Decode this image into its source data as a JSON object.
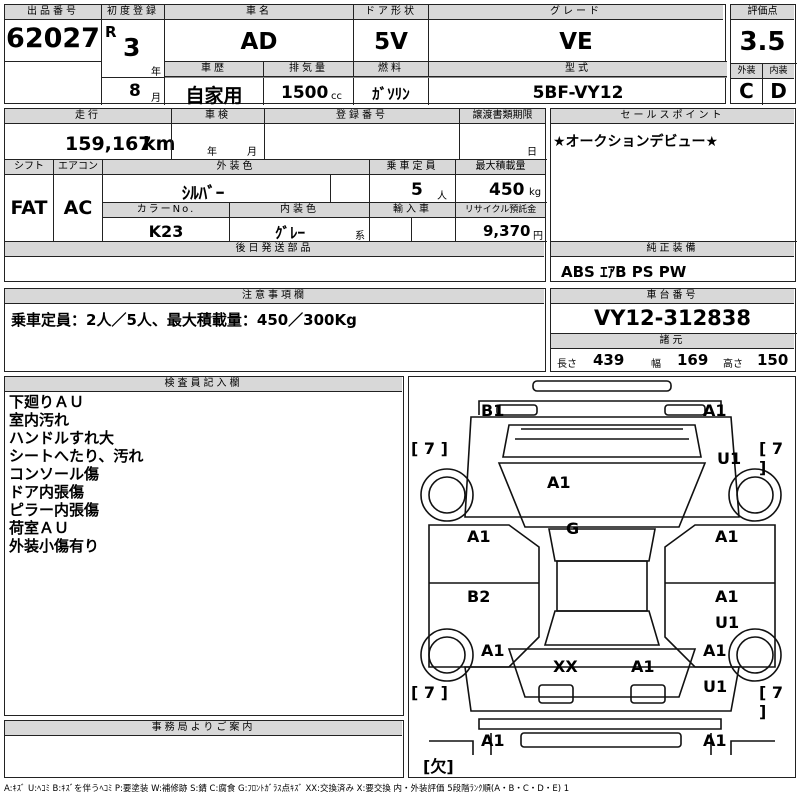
{
  "row1": {
    "exhibit_no_label": "出品番号",
    "exhibit_no": "62027",
    "first_reg_label": "初度登録",
    "era": "R",
    "year": "3",
    "year_unit": "年",
    "month": "8",
    "month_unit": "月",
    "car_name_label": "車名",
    "car_name": "AD",
    "door_label": "ドア形状",
    "door": "5V",
    "grade_label": "グレード",
    "grade": "VE",
    "score_label": "評価点",
    "score": "3.5",
    "history_label": "車歴",
    "history": "自家用",
    "displacement_label": "排気量",
    "displacement": "1500",
    "displacement_unit": "cc",
    "fuel_label": "燃料",
    "fuel": "ｶﾞｿﾘﾝ",
    "model_label": "型式",
    "model": "5BF-VY12",
    "exterior_label": "外装",
    "exterior": "C",
    "interior_label": "内装",
    "interior": "D"
  },
  "row2": {
    "mileage_label": "走行",
    "mileage": "159,167",
    "mileage_unit": "km",
    "inspection_label": "車検",
    "insp_year_unit": "年",
    "insp_month_unit": "月",
    "regno_label": "登録番号",
    "transfer_label": "譲渡書類期限",
    "transfer_unit": "日",
    "sales_label": "セールスポイント",
    "sales": "★オークションデビュー★",
    "shift_label": "シフト",
    "shift": "FAT",
    "ac_label": "エアコン",
    "ac": "AC",
    "exterior_color_label": "外装色",
    "exterior_color": "ｼﾙﾊﾞｰ",
    "capacity_label": "乗車定員",
    "capacity": "5",
    "capacity_unit": "人",
    "load_label": "最大積載量",
    "load": "450",
    "load_unit": "kg",
    "colorno_label": "カラーNo.",
    "colorno": "K23",
    "interior_color_label": "内装色",
    "interior_color": "ｸﾞﾚｰ",
    "interior_color_unit": "系",
    "import_label": "輸入車",
    "recycle_label": "リサイクル預託金",
    "recycle": "9,370",
    "recycle_unit": "円",
    "later_label": "後日発送部品",
    "equip_label": "純正装備",
    "equip": "ABS ｴｱB PS PW"
  },
  "notes_box": {
    "label": "注意事項欄",
    "text": "乗車定員：2人／5人、最大積載量：450／300Kg"
  },
  "chassis": {
    "label": "車台番号",
    "value": "VY12-312838",
    "spec_label": "諸元",
    "length_label": "長さ",
    "length": "439",
    "width_label": "幅",
    "width": "169",
    "height_label": "高さ",
    "height": "150"
  },
  "inspector": {
    "label": "検査員記入欄",
    "items": [
      "下廻りＡＵ",
      "室内汚れ",
      "ハンドルすれ大",
      "シートへたり、汚れ",
      "コンソール傷",
      "ドア内張傷",
      "ピラー内張傷",
      "荷室ＡＵ",
      "外装小傷有り"
    ]
  },
  "office": {
    "label": "事務局よりご案内"
  },
  "diagram": {
    "marks": [
      "B1",
      "A1",
      "U1",
      "A1",
      "G",
      "A1",
      "A1",
      "B2",
      "A1",
      "U1",
      "A1",
      "A1",
      "XX",
      "A1",
      "U1",
      "A1",
      "A1"
    ],
    "tire_marks": [
      "[ 7 ]",
      "[ 7 ]",
      "[ 7 ]",
      "[ 7 ]"
    ],
    "spare": "[欠]"
  },
  "legend": "A:ｷｽﾞ U:ﾍｺﾐ B:ｷｽﾞを伴うﾍｺﾐ P:要塗装 W:補修跡 S:錆 C:腐食 G:ﾌﾛﾝﾄｶﾞﾗｽ点ｷｽﾞ XX:交換済み X:要交換 内・外装評価 5段階ﾗﾝｸ順(A・B・C・D・E) 1"
}
